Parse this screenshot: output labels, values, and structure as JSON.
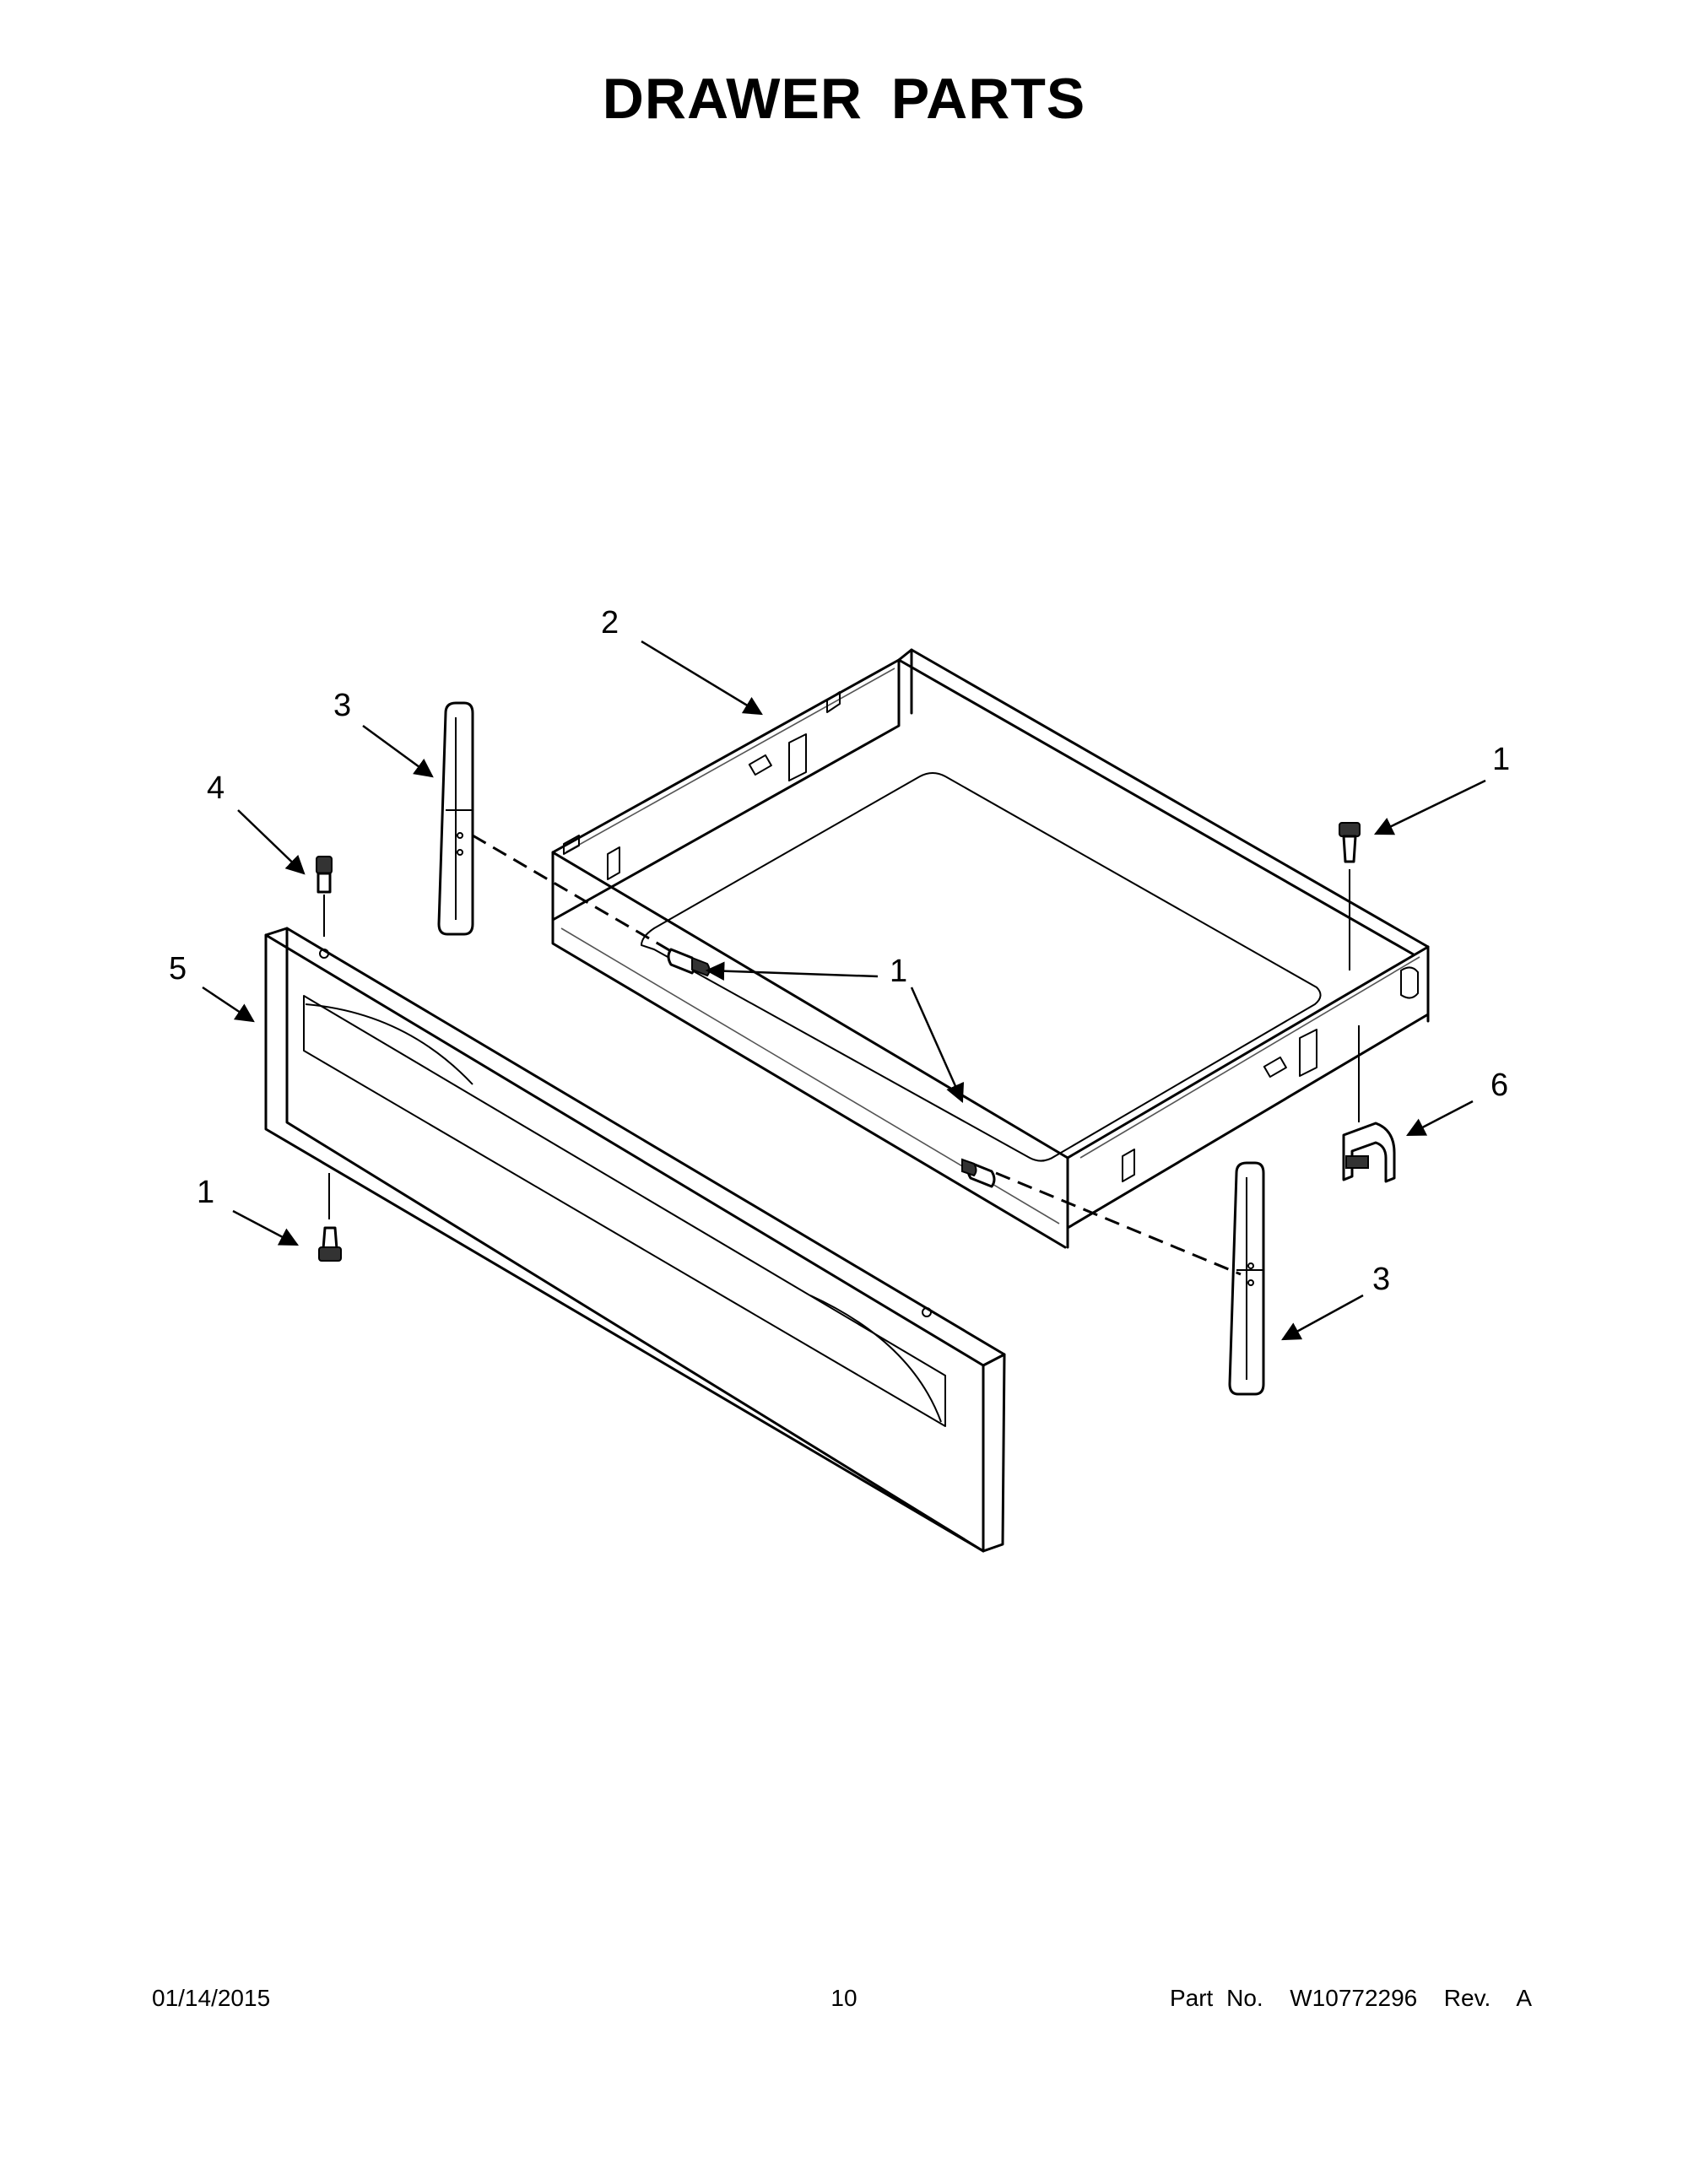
{
  "title": "DRAWER PARTS",
  "footer": {
    "date": "01/14/2015",
    "page": "10",
    "part_number": "Part No.  W10772296  Rev.  A"
  },
  "callouts": {
    "drawer_liner": "2",
    "glide_left": "3",
    "glide_right": "3",
    "screw_right_top": "1",
    "screw_center": "1",
    "screw_front_bottom": "1",
    "stud": "4",
    "drawer_front": "5",
    "clip": "6"
  }
}
